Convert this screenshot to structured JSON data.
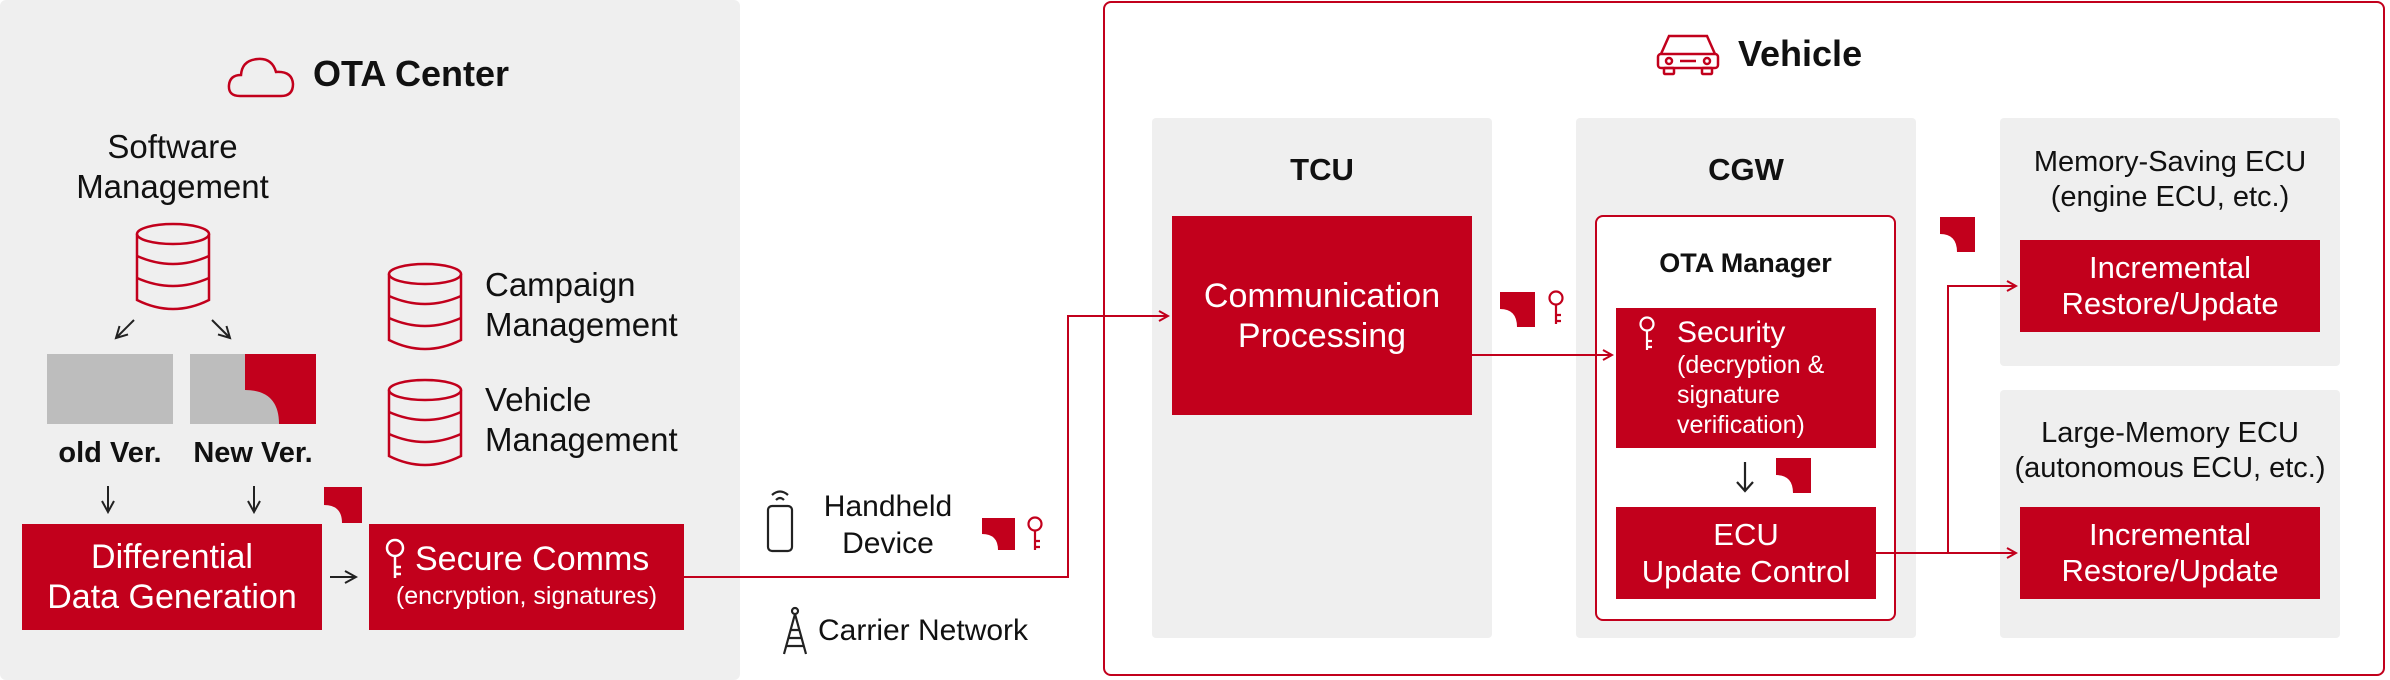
{
  "ota_center": {
    "title": "OTA Center",
    "software_management": "Software\nManagement",
    "campaign_management": "Campaign\nManagement",
    "vehicle_management": "Vehicle\nManagement",
    "old_ver": "old Ver.",
    "new_ver": "New Ver.",
    "differential": "Differential\nData Generation",
    "secure_comms_title": "Secure Comms",
    "secure_comms_sub": "(encryption, signatures)"
  },
  "network": {
    "handheld": "Handheld\nDevice",
    "carrier": "Carrier Network"
  },
  "vehicle": {
    "title": "Vehicle",
    "tcu_title": "TCU",
    "comm_processing": "Communication\nProcessing",
    "cgw_title": "CGW",
    "ota_manager": "OTA Manager",
    "security_title": "Security",
    "security_sub": "(decryption &\nsignature\nverification)",
    "ecu_update": "ECU\nUpdate Control",
    "memory_saving_title": "Memory-Saving ECU\n(engine ECU, etc.)",
    "memory_saving_box": "Incremental\nRestore/Update",
    "large_memory_title": "Large-Memory ECU\n(autonomous ECU, etc.)",
    "large_memory_box": "Incremental\nRestore/Update"
  },
  "colors": {
    "accent": "#c2001c",
    "panel": "#efefef",
    "gray_block": "#bdbdbd"
  },
  "icons": [
    "cloud-icon",
    "car-icon",
    "database-icon",
    "key-icon",
    "data-fragment-icon",
    "smartphone-icon",
    "antenna-icon"
  ]
}
